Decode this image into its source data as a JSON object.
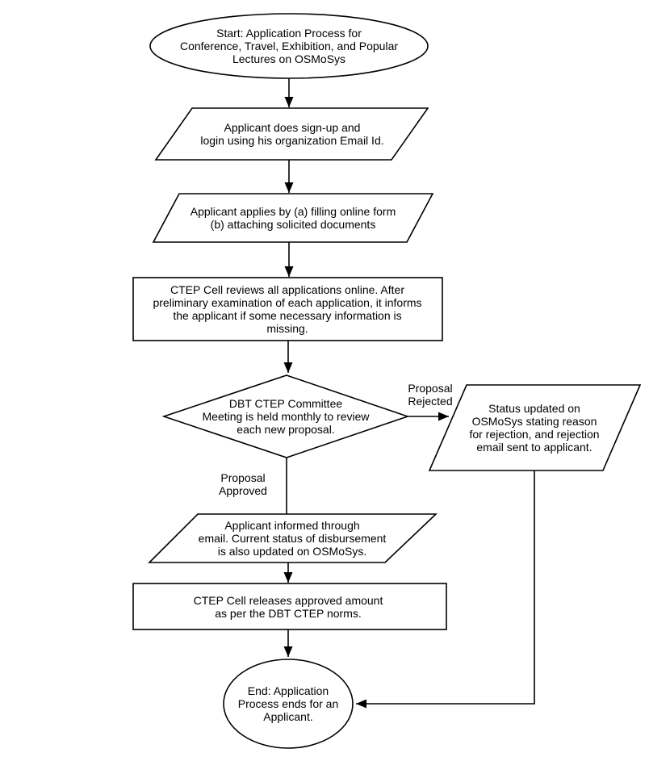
{
  "colors": {
    "background": "#ffffff",
    "shape_fill": "#ffffff",
    "line": "#000000",
    "text": "#000000"
  },
  "flowchart": {
    "nodes": {
      "start": {
        "shape": "ellipse",
        "lines": [
          "Start: Application Process for",
          "Conference, Travel, Exhibition, and Popular",
          "Lectures on OSMoSys"
        ]
      },
      "signup": {
        "shape": "parallelogram",
        "lines": [
          "Applicant does sign-up and",
          "login using his organization Email Id."
        ]
      },
      "apply": {
        "shape": "parallelogram",
        "lines": [
          "Applicant applies by (a) filling online form",
          "(b) attaching solicited documents"
        ]
      },
      "review": {
        "shape": "rectangle",
        "lines": [
          "CTEP Cell reviews all applications online. After",
          "preliminary examination of each application, it informs",
          "the applicant if some necessary information is",
          "missing."
        ]
      },
      "decision": {
        "shape": "diamond",
        "lines": [
          "DBT CTEP Committee",
          "Meeting is held monthly to review",
          "each new proposal."
        ]
      },
      "rejected_status": {
        "shape": "parallelogram",
        "lines": [
          "Status updated on",
          "OSMoSys stating reason",
          "for rejection, and rejection",
          "email sent to applicant."
        ]
      },
      "approved_status": {
        "shape": "parallelogram",
        "lines": [
          "Applicant informed through",
          "email. Current status of disbursement",
          "is also updated on OSMoSys."
        ]
      },
      "release": {
        "shape": "rectangle",
        "lines": [
          "CTEP Cell releases approved amount",
          "as per the DBT CTEP norms."
        ]
      },
      "end": {
        "shape": "ellipse",
        "lines": [
          "End: Application",
          "Process ends for an",
          "Applicant."
        ]
      }
    },
    "edge_labels": {
      "rejected": [
        "Proposal",
        "Rejected"
      ],
      "approved": [
        "Proposal",
        "Approved"
      ]
    }
  }
}
